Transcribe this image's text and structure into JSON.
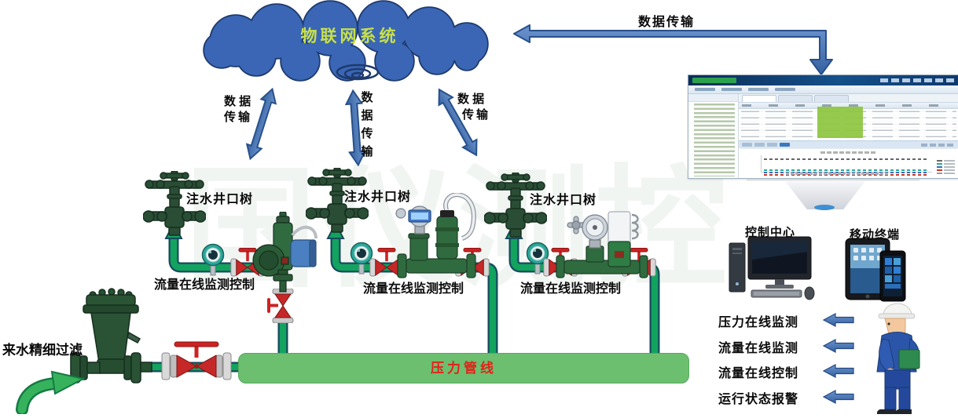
{
  "watermark": {
    "text": "国仪测控"
  },
  "cloud": {
    "label": "物联网系统"
  },
  "data_links": {
    "top": "数据传输",
    "left": {
      "line1": "数 据",
      "line2": "传输"
    },
    "middle": {
      "c1": "数",
      "c2": "据",
      "c3": "传",
      "c4": "输"
    },
    "right": {
      "line1": "数 据",
      "line2": "传输"
    }
  },
  "wellheads": [
    {
      "label": "注水井口树"
    },
    {
      "label": "注水井口树"
    },
    {
      "label": "注水井口树"
    }
  ],
  "flow_stations": [
    {
      "label": "流量在线监测控制"
    },
    {
      "label": "流量在线监测控制"
    },
    {
      "label": "流量在线监测控制"
    }
  ],
  "inlet": {
    "label": "来水精细过滤"
  },
  "pipeline": {
    "label": "压力管线"
  },
  "control_center": {
    "label": "控制中心"
  },
  "mobile_terminal": {
    "label": "移动终端"
  },
  "operator_functions": [
    {
      "label": "压力在线监测"
    },
    {
      "label": "流量在线监测"
    },
    {
      "label": "流量在线控制"
    },
    {
      "label": "运行状态报警"
    }
  ],
  "colors": {
    "cloud_fill": "#3a66b5",
    "cloud_stroke": "#1e3a6e",
    "cloud_text": "#c8e049",
    "arrow_blue": "#3f6db1",
    "pipe_green": "#12a35f",
    "pipeline_green": "#6cbf6e",
    "pipeline_text": "#e32119",
    "valve_red": "#c62828",
    "equipment_green": "#2f6b3f",
    "table_highlight_green": "#8dc63f"
  }
}
